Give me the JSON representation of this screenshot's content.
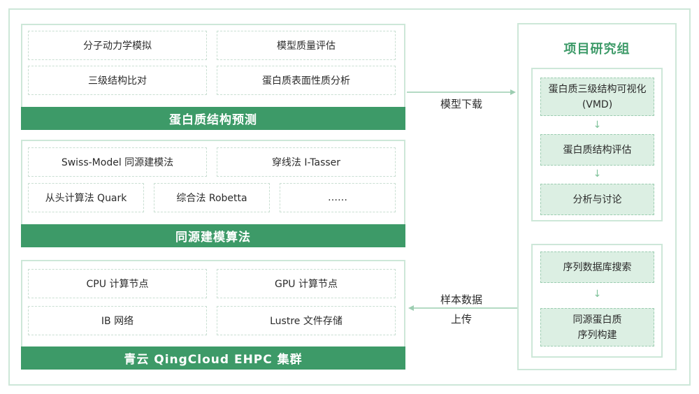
{
  "protein_prediction": {
    "title": "蛋白质结构预测",
    "items": [
      "分子动力学模拟",
      "模型质量评估",
      "三级结构比对",
      "蛋白质表面性质分析"
    ]
  },
  "homology_modeling": {
    "title": "同源建模算法",
    "row1": [
      "Swiss-Model 同源建模法",
      "穿线法 I-Tasser"
    ],
    "row2": [
      "从头计算法 Quark",
      "综合法 Robetta",
      "……"
    ]
  },
  "cluster": {
    "title": "青云 QingCloud EHPC 集群",
    "items": [
      "CPU 计算节点",
      "GPU 计算节点",
      "IB 网络",
      "Lustre 文件存储"
    ]
  },
  "project_group": {
    "title": "项目研究组",
    "upper_flow": [
      "蛋白质三级结构可视化",
      "(VMD)",
      "蛋白质结构评估",
      "分析与讨论"
    ],
    "lower_flow": [
      "序列数据库搜索",
      "同源蛋白质",
      "序列构建"
    ]
  },
  "connectors": {
    "model_download": "模型下载",
    "sample_upload_line1": "样本数据",
    "sample_upload_line2": "上传"
  },
  "colors": {
    "accent": "#3d9a68",
    "border": "#cde7d8",
    "box_fill": "#dcefe3"
  }
}
